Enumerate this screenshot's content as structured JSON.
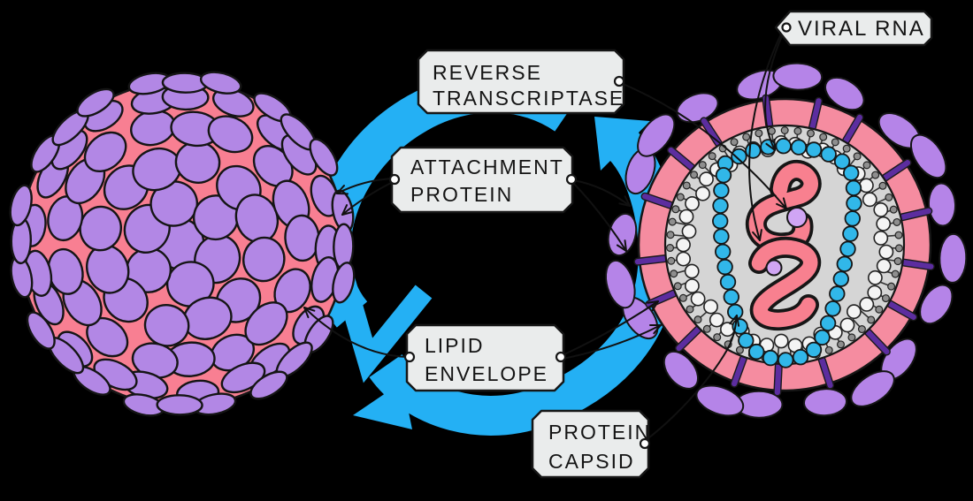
{
  "diagram": {
    "background": "#000000",
    "colors": {
      "cycle_arrow_blue": "#24B0F4",
      "sphere_pink": "#F87F92",
      "sphere_oval_purple": "#B287E5",
      "envelope_pink": "#F58CA0",
      "outer_oval_purple": "#B584E8",
      "spike_purple": "#5C2D9F",
      "interior_gray": "#D5D5D5",
      "white_bead": "#F4F4F4",
      "lipid_head_gray": "#8E8E8E",
      "capsid_cyan": "#31B7E9",
      "rna_pink": "#F8808F",
      "enzyme_lilac": "#D0A5F4",
      "tag_fill": "#EAECEC",
      "outline_black": "#161616"
    },
    "tags": [
      {
        "id": "reverse-transcriptase",
        "lines": [
          "REVERSE",
          "TRANSCRIPTASE"
        ]
      },
      {
        "id": "attachment-protein",
        "lines": [
          "ATTACHMENT",
          "PROTEIN"
        ]
      },
      {
        "id": "lipid-envelope",
        "lines": [
          "LIPID",
          "ENVELOPE"
        ]
      },
      {
        "id": "protein-capsid",
        "lines": [
          "PROTEIN",
          "CAPSID"
        ]
      },
      {
        "id": "viral-rna",
        "lines": [
          "VIRAL  RNA"
        ]
      }
    ]
  }
}
